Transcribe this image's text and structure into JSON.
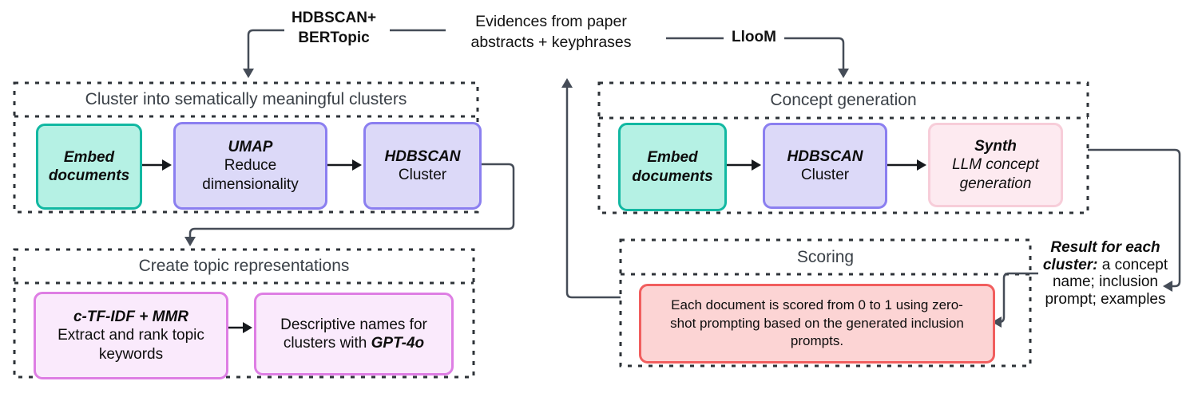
{
  "diagram": {
    "top_labels": {
      "bertopic": {
        "line1": "HDBSCAN+",
        "line2": "BERTopic"
      },
      "evidence": {
        "line1": "Evidences from paper",
        "line2": "abstracts + keyphrases"
      },
      "lloom": "LlooM"
    },
    "cluster_section": {
      "title": "Cluster into sematically meaningful clusters",
      "embed_box": {
        "line1": "Embed",
        "line2": "documents"
      },
      "umap_box": {
        "title": "UMAP",
        "body": "Reduce dimensionality"
      },
      "hdbscan_box": {
        "title": "HDBSCAN",
        "body": "Cluster"
      }
    },
    "topics_section": {
      "title": "Create topic representations",
      "ctfidf_box": {
        "title": "c-TF-IDF + MMR",
        "body": "Extract and rank topic keywords"
      },
      "naming_box": {
        "prefix": "Descriptive names for clusters with ",
        "model": "GPT-4o"
      }
    },
    "concept_section": {
      "title": "Concept generation",
      "embed_box": {
        "line1": "Embed",
        "line2": "documents"
      },
      "hdbscan_box": {
        "title": "HDBSCAN",
        "body": "Cluster"
      },
      "synth_box": {
        "title": "Synth",
        "body": "LLM concept generation"
      }
    },
    "scoring_section": {
      "title": "Scoring",
      "score_box": "Each document is scored from 0 to 1 using zero-shot prompting based on the generated inclusion prompts."
    },
    "result_note": {
      "bold": "Result for each cluster:",
      "rest": " a concept name; inclusion prompt; examples"
    }
  },
  "colors": {
    "teal_fill": "#b5f1e4",
    "teal_border": "#12b8a2",
    "lavender_fill": "#dcd9f8",
    "lavender_border": "#8b7ff0",
    "pink_fill": "#faeafc",
    "pink_border": "#de7ee4",
    "rose_fill": "#fdeaf0",
    "rose_border": "#f7cdd9",
    "red_fill": "#fcd4d4",
    "red_border": "#f15e5e",
    "connector": "#454c57",
    "arrow_dark": "#16191d",
    "dashed_border": "#2e3338"
  }
}
